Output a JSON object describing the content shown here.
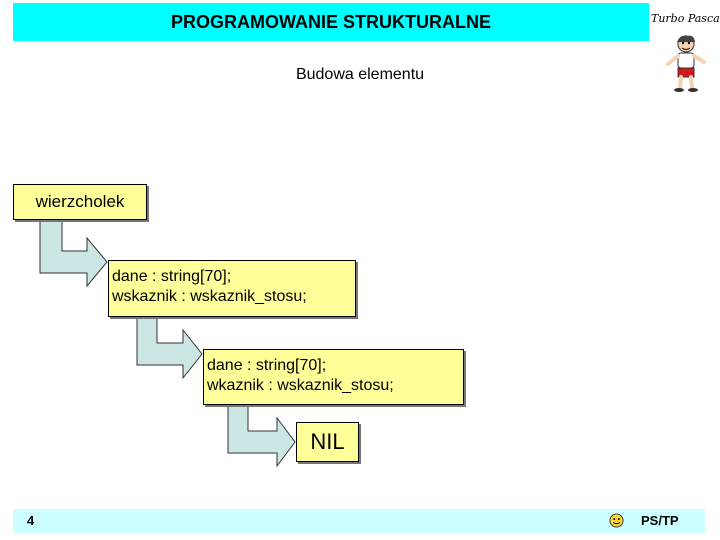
{
  "header": {
    "title": "PROGRAMOWANIE STRUKTURALNE",
    "brand": "Turbo Pascal",
    "mascot_icon": "cartoon-mascot-icon"
  },
  "subtitle": "Budowa elementu",
  "diagram": {
    "head_label": "wierzcholek",
    "node1": {
      "line1": "dane : string[70];",
      "line2": "wskaznik : wskaznik_stosu;"
    },
    "node2": {
      "line1": "dane : string[70];",
      "line2": "wkaznik : wskaznik_stosu;"
    },
    "terminal": "NIL",
    "arrow_fill": "#cce6e6"
  },
  "footer": {
    "page_number": "4",
    "icon": "smiley-icon",
    "text": "PS/TP"
  },
  "colors": {
    "header_bg": "#00ffff",
    "footer_bg": "#ccffff",
    "box_fill": "#ffff99"
  }
}
